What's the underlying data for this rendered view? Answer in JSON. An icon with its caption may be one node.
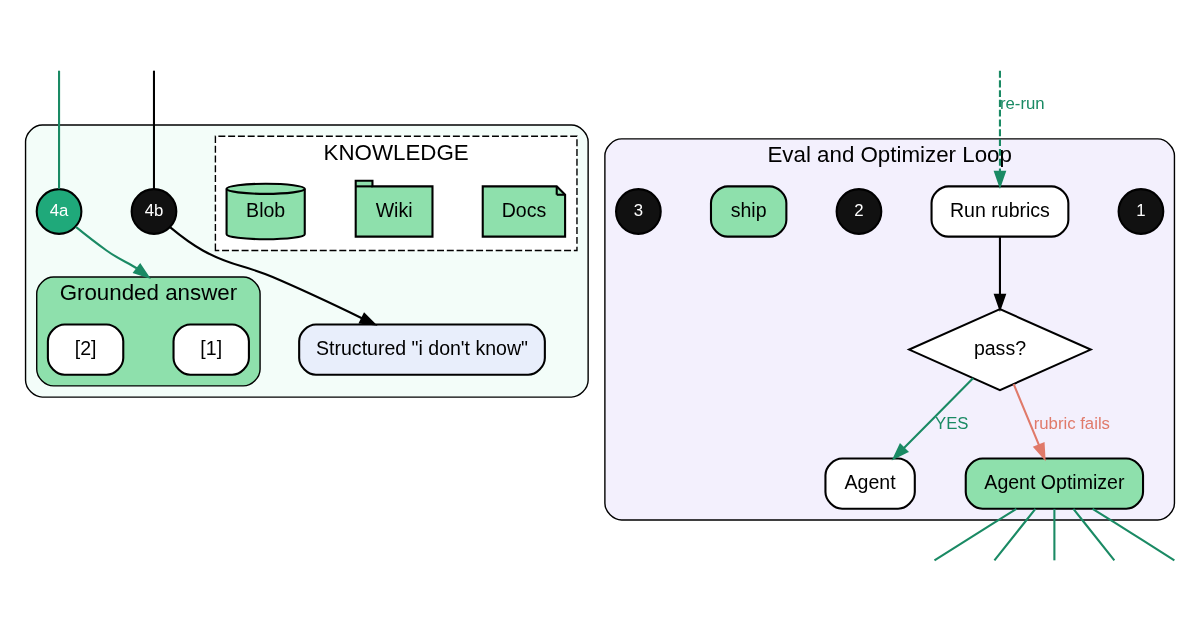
{
  "diagram": {
    "nodes": [
      {
        "text": [],
        "shape": "box"
      },
      {
        "text": [
          "KNOWLEDGE"
        ],
        "in": 0
      },
      {
        "text": [
          "Docs"
        ],
        "in": 1
      },
      {
        "text": [
          "Wiki"
        ],
        "in": 1
      },
      {
        "text": [
          "Blob"
        ],
        "in": 1
      },
      {
        "text": [
          "Grounded answer"
        ],
        "in": 0
      },
      {
        "text": [
          "[1]"
        ],
        "in": 5
      },
      {
        "text": [
          "[2]"
        ],
        "in": 5
      },
      {
        "text": [
          "Structured \"i don't know\""
        ],
        "in": 0
      },
      {
        "text": [
          "4a"
        ],
        "in": 0
      },
      {
        "text": [
          "4b"
        ],
        "in": 0
      },
      {
        "text": [
          "Eval and Optimizer Loop"
        ]
      },
      {
        "text": [
          "1"
        ],
        "in": 11
      },
      {
        "text": [
          "Run rubrics"
        ],
        "in": 11
      },
      {
        "text": [
          "2"
        ],
        "in": 11
      },
      {
        "text": [
          "pass?"
        ],
        "in": 11
      },
      {
        "text": [
          "ship"
        ],
        "in": 11
      },
      {
        "text": [
          "Agent"
        ],
        "in": 11
      },
      {
        "text": [
          "3"
        ],
        "in": 11
      },
      {
        "text": [
          "Agent Optimizer"
        ],
        "in": 11
      }
    ],
    "edges": [
      {
        "from": null,
        "to": 9,
        "arrow": "none",
        "color": "#1a8a64"
      },
      {
        "from": 9,
        "to": 5,
        "arrow": "to",
        "color": "#1a8a64"
      },
      {
        "from": null,
        "to": 10,
        "arrow": "none",
        "color": "#000000"
      },
      {
        "from": 10,
        "to": 8,
        "arrow": "to",
        "color": "#000000"
      },
      {
        "from": null,
        "to": 13,
        "arrow": "to",
        "style": "dashed",
        "color": "#1a8a64",
        "label": "re-run"
      },
      {
        "from": 13,
        "to": 15,
        "arrow": "to",
        "color": "#000000"
      },
      {
        "from": 15,
        "to": 17,
        "arrow": "to",
        "color": "#1a8a64",
        "label": "YES"
      },
      {
        "from": 15,
        "to": 19,
        "arrow": "to",
        "color": "#e07a6a",
        "label": "rubric fails"
      },
      {
        "from": 19,
        "to": null,
        "arrow": "none",
        "color": "#1a8a64"
      },
      {
        "from": 19,
        "to": null,
        "arrow": "none",
        "color": "#1a8a64"
      },
      {
        "from": 19,
        "to": null,
        "arrow": "none",
        "color": "#1a8a64"
      },
      {
        "from": 19,
        "to": null,
        "arrow": "none",
        "color": "#1a8a64"
      },
      {
        "from": 19,
        "to": null,
        "arrow": "none",
        "color": "#1a8a64"
      }
    ]
  }
}
